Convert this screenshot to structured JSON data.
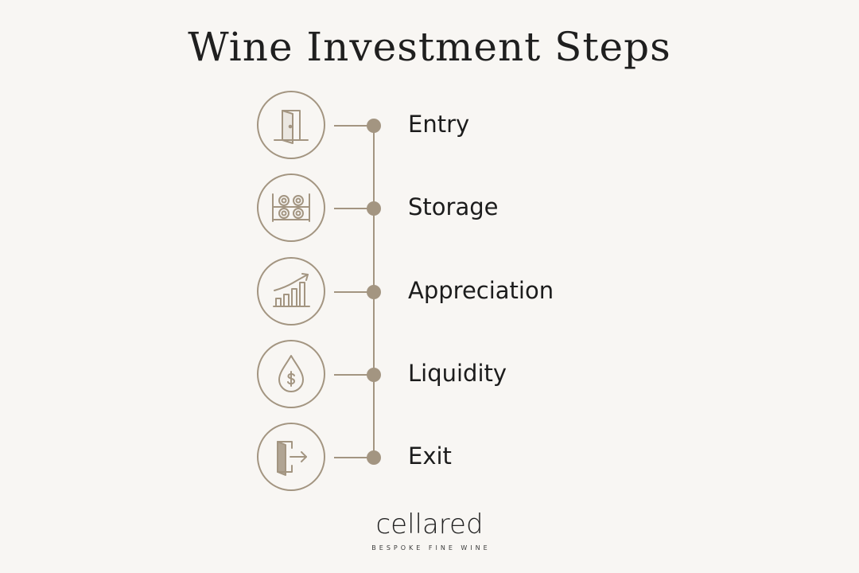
{
  "title": "Wine Investment Steps",
  "colors": {
    "background": "#f8f6f3",
    "accent": "#a39581",
    "text": "#1c1c1c"
  },
  "steps": [
    {
      "label": "Entry",
      "icon": "door-open-icon"
    },
    {
      "label": "Storage",
      "icon": "wine-rack-icon"
    },
    {
      "label": "Appreciation",
      "icon": "growth-chart-icon"
    },
    {
      "label": "Liquidity",
      "icon": "money-drop-icon"
    },
    {
      "label": "Exit",
      "icon": "exit-door-icon"
    }
  ],
  "brand": {
    "name": "cellared",
    "tagline": "BESPOKE FINE WINE"
  }
}
